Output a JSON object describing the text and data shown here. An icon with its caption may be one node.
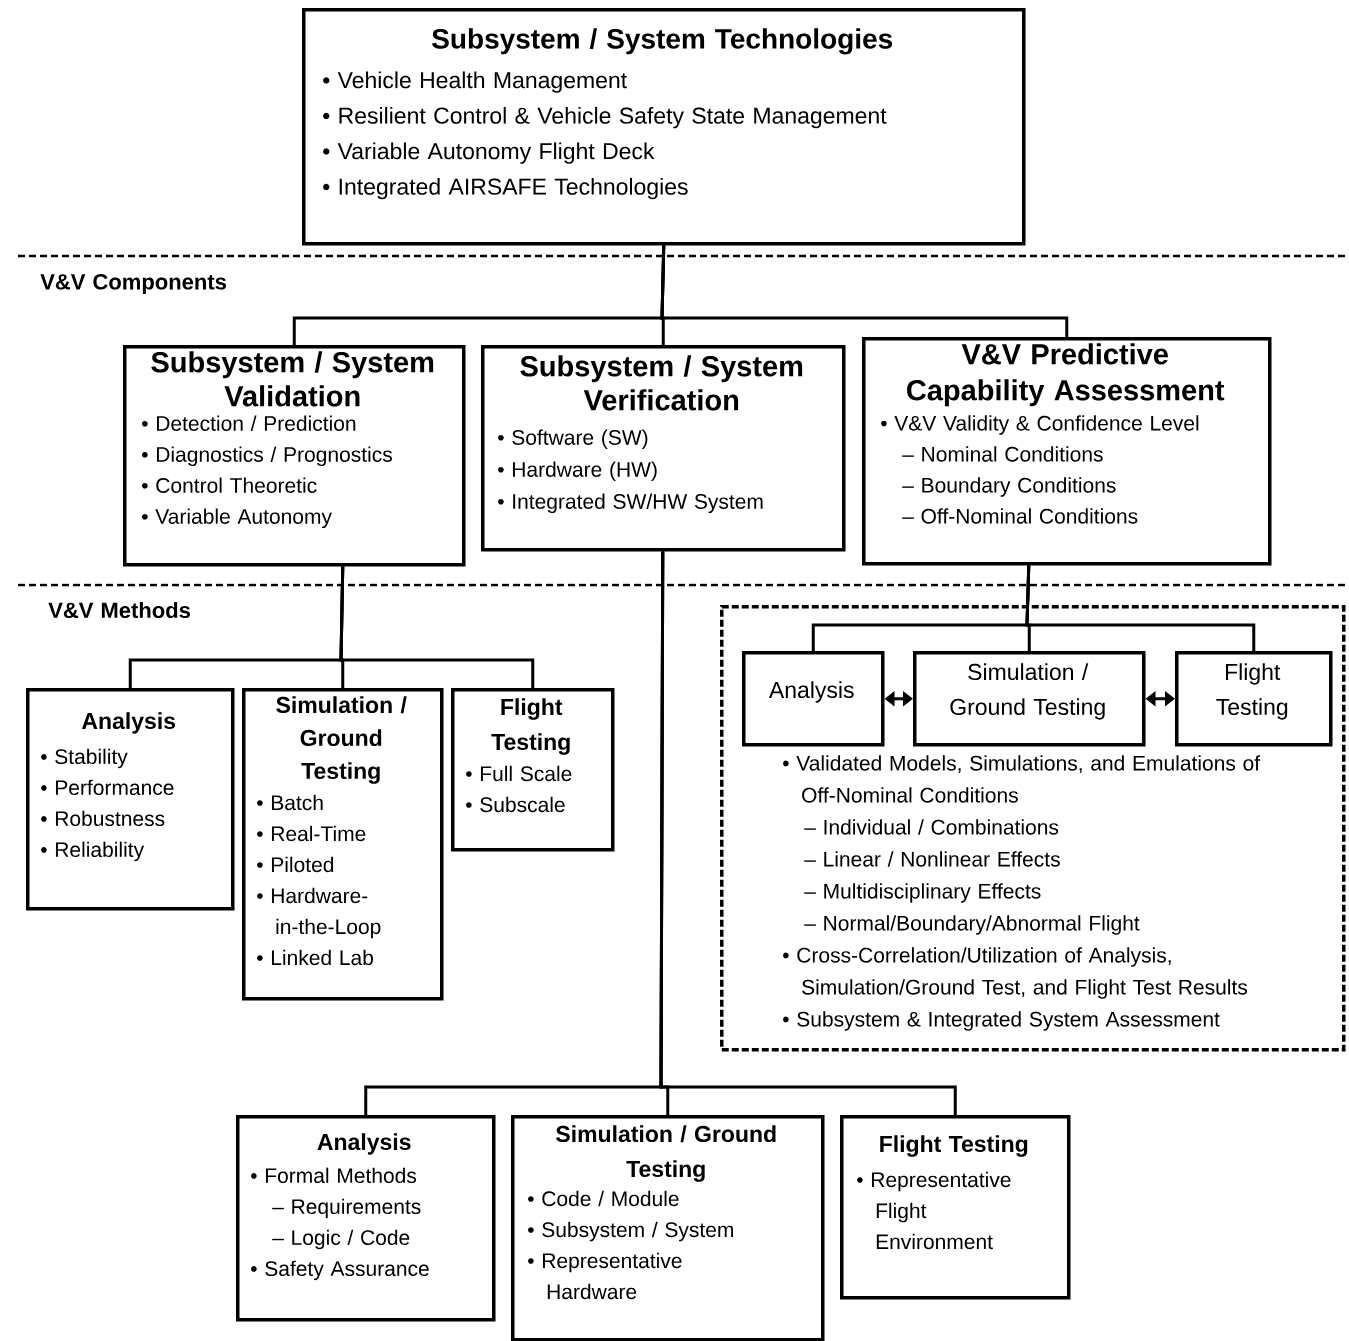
{
  "diagram": {
    "nodes": [
      {
        "text": [
          "Subsystem / System Technologies",
          "• Vehicle Health Management",
          "• Resilient Control & Vehicle Safety State Management",
          "• Variable Autonomy Flight Deck",
          "• Integrated AIRSAFE Technologies"
        ]
      },
      {
        "text": [
          "Subsystem / System Validation",
          "• Detection / Prediction",
          "• Diagnostics / Prognostics",
          "• Control Theoretic",
          "• Variable Autonomy"
        ]
      },
      {
        "text": [
          "Subsystem / System Verification",
          "• Software (SW)",
          "• Hardware (HW)",
          "• Integrated SW/HW System"
        ]
      },
      {
        "text": [
          "V&V Predictive Capability Assessment",
          "• V&V Validity & Confidence Level",
          "– Nominal Conditions",
          "– Boundary Conditions",
          "– Off-Nominal Conditions"
        ]
      },
      {
        "text": [
          "• Validated Models, Simulations, and Emulations of Off-Nominal Conditions",
          "– Individual / Combinations",
          "– Linear / Nonlinear Effects",
          "– Multidisciplinary Effects",
          "– Normal/Boundary/Abnormal Flight",
          "• Cross-Correlation/Utilization of Analysis, Simulation/Ground Test, and Flight Test Results",
          "• Subsystem & Integrated System Assessment"
        ]
      },
      {
        "text": [
          "Analysis"
        ],
        "in": 4
      },
      {
        "text": [
          "Simulation / Ground Testing"
        ],
        "in": 4
      },
      {
        "text": [
          "Flight Testing"
        ],
        "in": 4
      },
      {
        "text": [
          "Analysis",
          "• Stability",
          "• Performance",
          "• Robustness",
          "• Reliability"
        ]
      },
      {
        "text": [
          "Simulation / Ground Testing",
          "• Batch",
          "• Real-Time",
          "• Piloted",
          "• Hardware-in-the-Loop",
          "• Linked Lab"
        ]
      },
      {
        "text": [
          "Flight Testing",
          "• Full Scale",
          "• Subscale"
        ]
      },
      {
        "text": [
          "Analysis",
          "• Formal Methods",
          "– Requirements",
          "– Logic / Code",
          "• Safety Assurance"
        ]
      },
      {
        "text": [
          "Simulation / Ground Testing",
          "• Code / Module",
          "• Subsystem / System",
          "• Representative Hardware"
        ]
      },
      {
        "text": [
          "Flight Testing",
          "• Representative Flight Environment"
        ]
      }
    ],
    "edges": [
      {
        "from": 0,
        "to": 1,
        "arrow": "none"
      },
      {
        "from": 0,
        "to": 2,
        "arrow": "none"
      },
      {
        "from": 0,
        "to": 3,
        "arrow": "none"
      },
      {
        "from": 1,
        "to": 8,
        "arrow": "none"
      },
      {
        "from": 1,
        "to": 9,
        "arrow": "none"
      },
      {
        "from": 1,
        "to": 10,
        "arrow": "none"
      },
      {
        "from": 3,
        "to": 5,
        "arrow": "none"
      },
      {
        "from": 3,
        "to": 6,
        "arrow": "none"
      },
      {
        "from": 3,
        "to": 7,
        "arrow": "none"
      },
      {
        "from": 5,
        "to": 6,
        "arrow": "both"
      },
      {
        "from": 6,
        "to": 7,
        "arrow": "both"
      },
      {
        "from": 2,
        "to": 11,
        "arrow": "none"
      },
      {
        "from": 2,
        "to": 12,
        "arrow": "none"
      },
      {
        "from": 2,
        "to": 13,
        "arrow": "none"
      }
    ],
    "labels": [
      "V&V Components",
      "V&V Methods"
    ]
  }
}
